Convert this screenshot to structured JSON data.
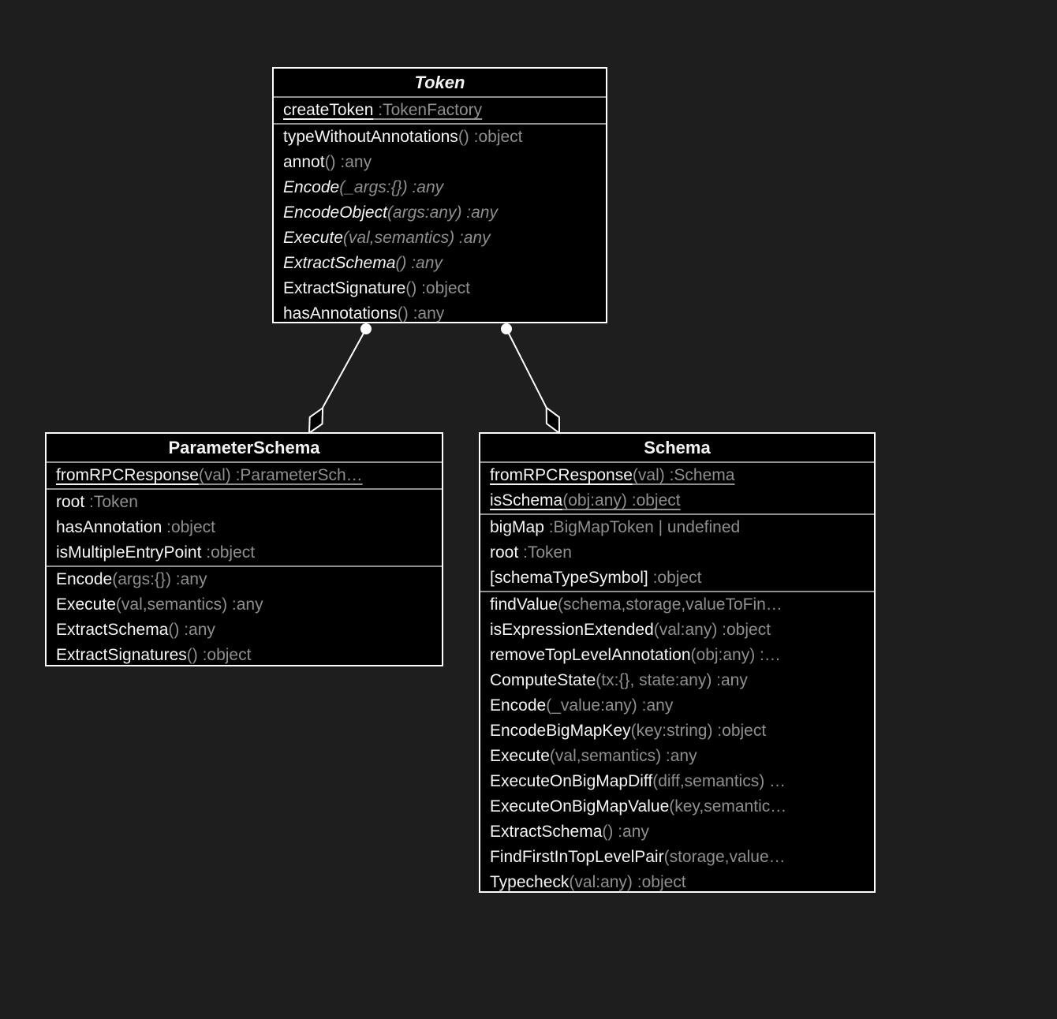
{
  "theme": {
    "background": "#1e1e1e",
    "box_fill": "#000000",
    "border_color": "#ffffff",
    "divider_color": "#8f8f8f",
    "name_color": "#f5f5f5",
    "type_color": "#8f8f8f"
  },
  "connectors": [
    {
      "from": "Token",
      "to": "ParameterSchema",
      "type": "aggregation",
      "icons": [
        "ball-anchor-icon",
        "aggregation-diamond-icon"
      ]
    },
    {
      "from": "Token",
      "to": "Schema",
      "type": "aggregation",
      "icons": [
        "ball-anchor-icon",
        "aggregation-diamond-icon"
      ]
    }
  ],
  "classes": [
    {
      "id": "token",
      "title": "Token",
      "abstract": true,
      "sections": [
        {
          "rows": [
            {
              "name": "createToken",
              "sig": " :TokenFactory",
              "static": true
            }
          ]
        },
        {
          "rows": [
            {
              "name": "typeWithoutAnnotations",
              "sig": "() :object"
            },
            {
              "name": "annot",
              "sig": "() :any"
            },
            {
              "name": "Encode",
              "sig": "(_args:{}) :any",
              "abstract": true
            },
            {
              "name": "EncodeObject",
              "sig": "(args:any) :any",
              "abstract": true
            },
            {
              "name": "Execute",
              "sig": "(val,semantics) :any",
              "abstract": true
            },
            {
              "name": "ExtractSchema",
              "sig": "() :any",
              "abstract": true
            },
            {
              "name": "ExtractSignature",
              "sig": "() :object"
            },
            {
              "name": "hasAnnotations",
              "sig": "() :any"
            }
          ]
        }
      ]
    },
    {
      "id": "parameterschema",
      "title": "ParameterSchema",
      "abstract": false,
      "sections": [
        {
          "rows": [
            {
              "name": "fromRPCResponse",
              "sig": "(val) :ParameterSch…",
              "static": true
            }
          ]
        },
        {
          "rows": [
            {
              "name": "root",
              "sig": " :Token"
            },
            {
              "name": "hasAnnotation",
              "sig": " :object"
            },
            {
              "name": "isMultipleEntryPoint",
              "sig": " :object"
            }
          ]
        },
        {
          "rows": [
            {
              "name": "Encode",
              "sig": "(args:{}) :any"
            },
            {
              "name": "Execute",
              "sig": "(val,semantics) :any"
            },
            {
              "name": "ExtractSchema",
              "sig": "() :any"
            },
            {
              "name": "ExtractSignatures",
              "sig": "() :object"
            }
          ]
        }
      ]
    },
    {
      "id": "schema",
      "title": "Schema",
      "abstract": false,
      "sections": [
        {
          "rows": [
            {
              "name": "fromRPCResponse",
              "sig": "(val) :Schema",
              "static": true
            },
            {
              "name": "isSchema",
              "sig": "(obj:any) :object",
              "static": true
            }
          ]
        },
        {
          "rows": [
            {
              "name": "bigMap",
              "sig": " :BigMapToken | undefined"
            },
            {
              "name": "root",
              "sig": " :Token"
            },
            {
              "name": "[schemaTypeSymbol]",
              "sig": " :object"
            }
          ]
        },
        {
          "rows": [
            {
              "name": "findValue",
              "sig": "(schema,storage,valueToFin…"
            },
            {
              "name": "isExpressionExtended",
              "sig": "(val:any) :object"
            },
            {
              "name": "removeTopLevelAnnotation",
              "sig": "(obj:any) :…"
            },
            {
              "name": "ComputeState",
              "sig": "(tx:{}, state:any) :any"
            },
            {
              "name": "Encode",
              "sig": "(_value:any) :any"
            },
            {
              "name": "EncodeBigMapKey",
              "sig": "(key:string) :object"
            },
            {
              "name": "Execute",
              "sig": "(val,semantics) :any"
            },
            {
              "name": "ExecuteOnBigMapDiff",
              "sig": "(diff,semantics) …"
            },
            {
              "name": "ExecuteOnBigMapValue",
              "sig": "(key,semantic…"
            },
            {
              "name": "ExtractSchema",
              "sig": "() :any"
            },
            {
              "name": "FindFirstInTopLevelPair",
              "sig": "(storage,value…"
            },
            {
              "name": "Typecheck",
              "sig": "(val:any) :object"
            }
          ]
        }
      ]
    }
  ]
}
